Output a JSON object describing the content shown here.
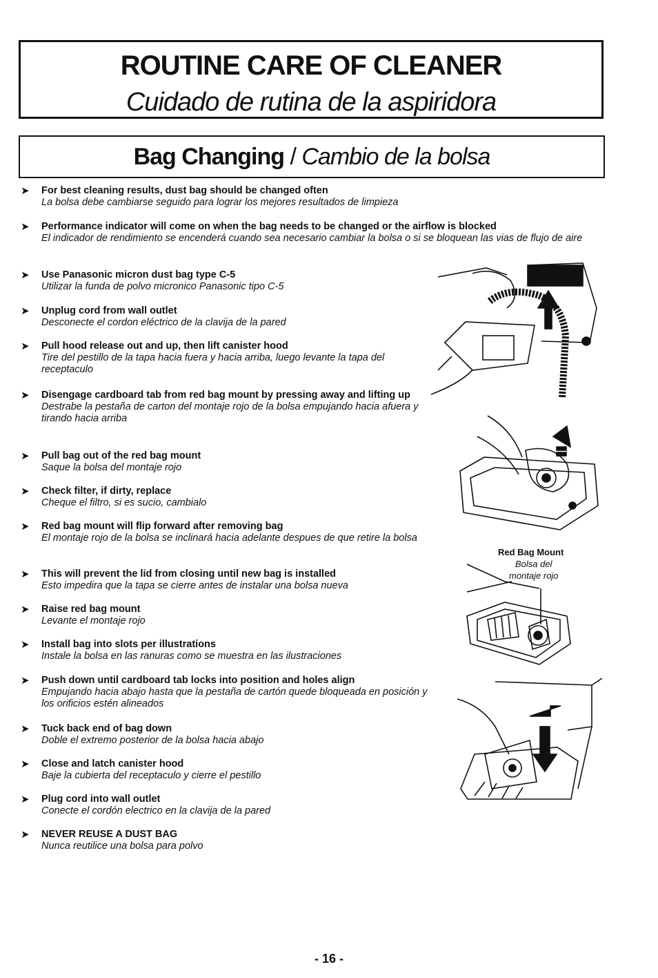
{
  "header": {
    "title_en": "ROUTINE CARE OF CLEANER",
    "title_es": "Cuidado de rutina de la aspiridora"
  },
  "section": {
    "title_en": "Bag Changing",
    "separator": " / ",
    "title_es": "Cambio de la bolsa"
  },
  "bullet_symbol": "➤",
  "steps": [
    {
      "en": "For best cleaning results, dust bag should be changed often",
      "es": "La bolsa debe cambiarse seguido para lograr los mejores resultados de limpieza"
    },
    {
      "en": "Performance indicator will come on when the bag needs to be changed or the airflow is blocked",
      "es": "El indicador de rendimiento se encenderá cuando sea necesario cambiar la bolsa o si se bloquean las vias de flujo de aire"
    },
    {
      "en": "Use Panasonic micron dust bag type C-5",
      "es": "Utilizar la funda de polvo micronico Panasonic tipo C-5"
    },
    {
      "en": "Unplug cord from wall outlet",
      "es": "Desconecte el cordon eléctrico de la clavija de la pared"
    },
    {
      "en": "Pull hood release out and up, then lift canister hood",
      "es": "Tire del pestillo de la tapa hacia fuera y hacia arriba, luego levante la tapa del receptaculo"
    },
    {
      "en": "Disengage cardboard tab from red bag mount by pressing away and lifting up",
      "es": "Destrabe la pestaña de carton del montaje rojo de la bolsa empujando hacia afuera y tirando hacia arriba"
    },
    {
      "en": "Pull bag out of the red bag mount",
      "es": "Saque la bolsa del montaje rojo"
    },
    {
      "en": "Check filter, if dirty, replace",
      "es": "Cheque el filtro, si es sucio, cambialo"
    },
    {
      "en": "Red bag mount will flip forward after removing bag",
      "es": "El montaje rojo de la bolsa se inclinará hacia adelante despues de que retire la bolsa"
    },
    {
      "en": "This will prevent the lid from closing until new bag is installed",
      "es": "Esto impedira que la tapa se cierre antes de instalar una bolsa nueva"
    },
    {
      "en": "Raise red bag mount",
      "es": "Levante el montaje rojo"
    },
    {
      "en": "Install bag into slots per illustrations",
      "es": "Instale la bolsa en las ranuras como se muestra en las ilustraciones"
    },
    {
      "en": "Push down until cardboard tab locks into position and holes align",
      "es": "Empujando hacia abajo hasta que la pestaña de cartón quede bloqueada en posición y los orificios estén alineados"
    },
    {
      "en": "Tuck back end of bag down",
      "es": "Doble el extremo posterior de la bolsa hacia abajo"
    },
    {
      "en": "Close and latch canister hood",
      "es": "Baje la cubierta del receptaculo y cierre el pestillo"
    },
    {
      "en": "Plug cord into wall outlet",
      "es": "Conecte el cordón electrico en la clavija de la pared"
    },
    {
      "en": "NEVER REUSE A DUST BAG",
      "es": "Nunca reutilice una bolsa para polvo"
    }
  ],
  "figure_caption": {
    "en": "Red Bag Mount",
    "es_line1": "Bolsa del",
    "es_line2": "montaje rojo"
  },
  "page_number": "- 16 -"
}
